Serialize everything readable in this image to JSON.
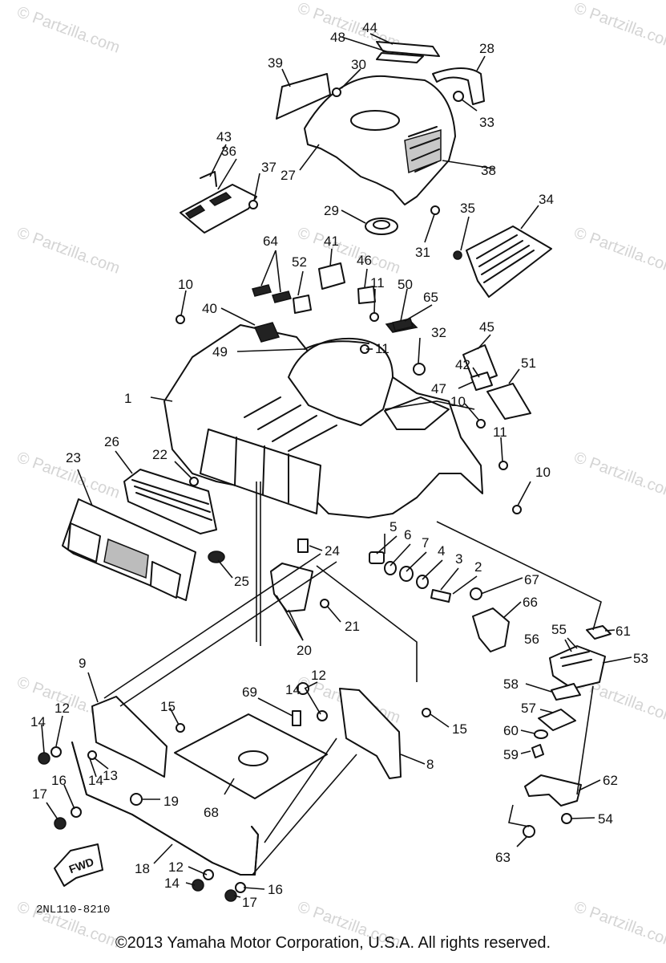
{
  "watermark": "© Partzilla.com",
  "diagram_code": "2NL110-8210",
  "fwd_label": "FWD",
  "copyright": "©2013  Yamaha Motor Corporation, U.S.A. All rights reserved.",
  "callouts": [
    "1",
    "2",
    "3",
    "4",
    "5",
    "6",
    "7",
    "8",
    "9",
    "10",
    "10",
    "10",
    "11",
    "11",
    "11",
    "12",
    "12",
    "12",
    "13",
    "14",
    "14",
    "14",
    "14",
    "15",
    "15",
    "16",
    "16",
    "17",
    "17",
    "18",
    "19",
    "20",
    "21",
    "22",
    "23",
    "24",
    "25",
    "26",
    "27",
    "28",
    "29",
    "30",
    "31",
    "32",
    "33",
    "34",
    "35",
    "36",
    "37",
    "38",
    "39",
    "40",
    "41",
    "42",
    "43",
    "44",
    "45",
    "46",
    "47",
    "48",
    "49",
    "50",
    "51",
    "52",
    "53",
    "54",
    "55",
    "56",
    "57",
    "58",
    "59",
    "60",
    "61",
    "62",
    "63",
    "64",
    "65",
    "66",
    "67",
    "68",
    "69"
  ]
}
